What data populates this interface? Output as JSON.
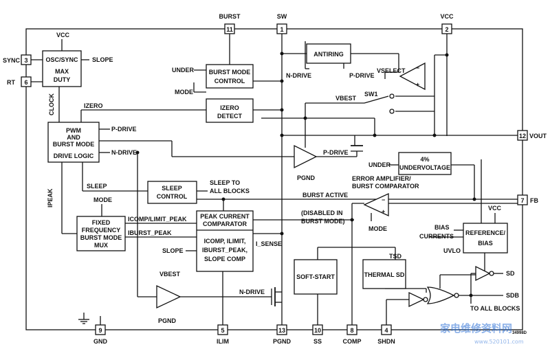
{
  "pins": [
    {
      "num": "11",
      "name": "BURST"
    },
    {
      "num": "1",
      "name": "SW"
    },
    {
      "num": "2",
      "name": "VCC"
    },
    {
      "num": "3",
      "name": "SYNC"
    },
    {
      "num": "6",
      "name": "RT"
    },
    {
      "num": "12",
      "name": "VOUT"
    },
    {
      "num": "7",
      "name": "FB"
    },
    {
      "num": "9",
      "name": "GND"
    },
    {
      "num": "5",
      "name": "ILIM"
    },
    {
      "num": "13",
      "name": "PGND"
    },
    {
      "num": "10",
      "name": "SS"
    },
    {
      "num": "8",
      "name": "COMP"
    },
    {
      "num": "4",
      "name": "SHDN"
    }
  ],
  "blocks": {
    "osc": [
      "OSC/SYNC",
      "MAX",
      "DUTY"
    ],
    "burst_ctrl": [
      "BURST MODE",
      "CONTROL"
    ],
    "izero": [
      "IZERO",
      "DETECT"
    ],
    "antiring": [
      "ANTIRING"
    ],
    "pwm": [
      "PWM",
      "AND",
      "BURST MODE",
      "DRIVE LOGIC"
    ],
    "sleep": [
      "SLEEP",
      "CONTROL"
    ],
    "undervoltage": [
      "4%",
      "UNDERVOLTAGE"
    ],
    "fixed_freq": [
      "FIXED",
      "FREQUENCY",
      "BURST MODE",
      "MUX"
    ],
    "peak": [
      "PEAK CURRENT",
      "COMPARATOR"
    ],
    "slope_comp": [
      "ICOMP, ILIMIT,",
      "IBURST_PEAK,",
      "SLOPE COMP"
    ],
    "reference": [
      "REFERENCE/",
      "BIAS"
    ],
    "softstart": [
      "SOFT-START"
    ],
    "thermal": [
      "THERMAL SD"
    ]
  },
  "labels": {
    "vcc": "VCC",
    "slope": "SLOPE",
    "clock": "CLOCK",
    "izero": "IZERO",
    "under": "UNDER",
    "mode": "MODE",
    "ndrive": "N-DRIVE",
    "pdrive": "P-DRIVE",
    "vselect": "VSELECT",
    "vbest": "VBEST",
    "sw1": "SW1",
    "pgnd": "PGND",
    "sleep": "SLEEP",
    "sleep_to": "SLEEP TO",
    "all_blocks": "ALL BLOCKS",
    "burst_active": "BURST ACTIVE",
    "err_amp": "ERROR AMPLIFIER/",
    "burst_comp": "BURST COMPARATOR",
    "disabled1": "(DISABLED IN",
    "disabled2": "BURST MODE)",
    "ipeak": "IPEAK",
    "icomp_limit_peak": "ICOMP/LIMIT_PEAK",
    "iburst_peak": "IBURST_PEAK",
    "i_sense": "I_SENSE",
    "bias1": "BIAS",
    "bias2": "CURRENTS",
    "uvlo": "UVLO",
    "tsd": "TSD",
    "sd": "SD",
    "sdb": "SDB",
    "to_all_blocks": "TO ALL BLOCKS",
    "part_id": "34998D"
  },
  "watermark": {
    "text": "家电维修资料网",
    "url": "www.520101.com"
  }
}
